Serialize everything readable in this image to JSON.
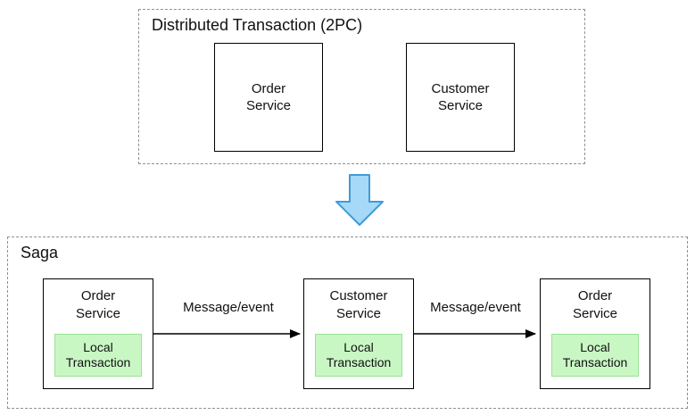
{
  "diagram": {
    "two_pc": {
      "title": "Distributed Transaction (2PC)",
      "nodes": [
        {
          "label": "Order\nService"
        },
        {
          "label": "Customer\nService"
        }
      ]
    },
    "saga": {
      "title": "Saga",
      "nodes": [
        {
          "label": "Order\nService",
          "inner_label": "Local\nTransaction"
        },
        {
          "label": "Customer\nService",
          "inner_label": "Local\nTransaction"
        },
        {
          "label": "Order\nService",
          "inner_label": "Local\nTransaction"
        }
      ],
      "edges": [
        {
          "label": "Message/event"
        },
        {
          "label": "Message/event"
        }
      ]
    },
    "colors": {
      "group_border": "#909090",
      "node_border": "#000000",
      "local_transaction_fill": "#c9f7c4",
      "local_transaction_border": "#98e296",
      "transition_arrow_fill": "#a6d9f7",
      "transition_arrow_stroke": "#3f9bd8",
      "edge_color": "#000000"
    }
  }
}
